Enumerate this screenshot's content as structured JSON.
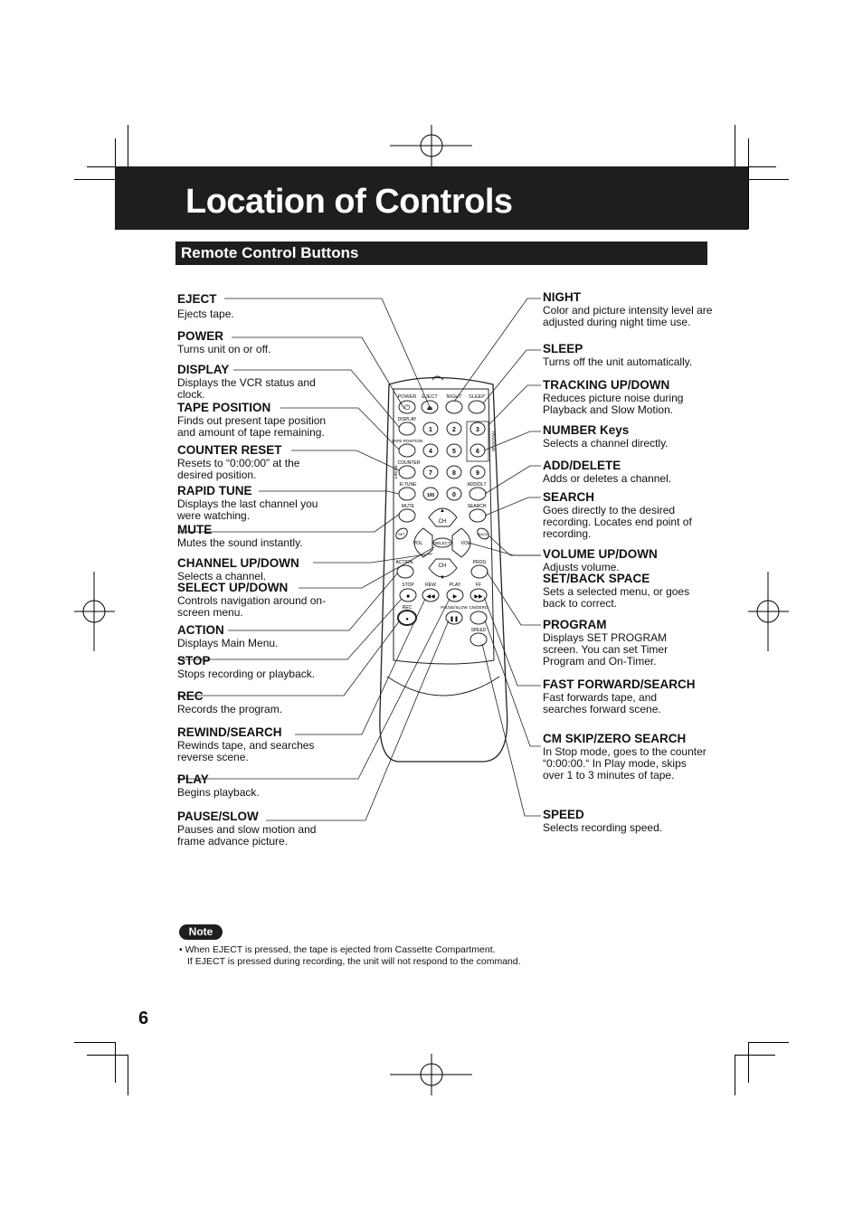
{
  "page": {
    "title": "Location of Controls",
    "section_title": "Remote Control Buttons",
    "page_number": "6"
  },
  "left_labels": [
    {
      "title": "EJECT",
      "desc": "Ejects tape."
    },
    {
      "title": "POWER",
      "desc": "Turns unit on or off."
    },
    {
      "title": "DISPLAY",
      "desc": "Displays the VCR status and clock."
    },
    {
      "title": "TAPE POSITION",
      "desc": "Finds out present tape position and amount of tape remaining."
    },
    {
      "title": "COUNTER RESET",
      "desc": "Resets to “0:00:00” at the desired position."
    },
    {
      "title": "RAPID TUNE",
      "desc": "Displays the last channel you were watching."
    },
    {
      "title": "MUTE",
      "desc": "Mutes the sound instantly."
    },
    {
      "title": "CHANNEL UP/DOWN",
      "desc": "Selects a channel."
    },
    {
      "title": "SELECT UP/DOWN",
      "desc": "Controls navigation around on-screen menu."
    },
    {
      "title": "ACTION",
      "desc": "Displays Main Menu."
    },
    {
      "title": "STOP",
      "desc": "Stops recording or playback."
    },
    {
      "title": "REC",
      "desc": "Records the program."
    },
    {
      "title": "REWIND/SEARCH",
      "desc": "Rewinds tape, and searches reverse scene."
    },
    {
      "title": "PLAY",
      "desc": "Begins playback."
    },
    {
      "title": "PAUSE/SLOW",
      "desc": "Pauses and slow motion and frame advance picture."
    }
  ],
  "right_labels": [
    {
      "title": "NIGHT",
      "desc": "Color and picture intensity level are adjusted during night time use."
    },
    {
      "title": "SLEEP",
      "desc": "Turns off the unit automatically."
    },
    {
      "title": "TRACKING UP/DOWN",
      "desc": "Reduces picture noise during Playback and Slow Motion."
    },
    {
      "title": "NUMBER Keys",
      "desc": "Selects a channel directly."
    },
    {
      "title": "ADD/DELETE",
      "desc": "Adds or deletes a channel."
    },
    {
      "title": "SEARCH",
      "desc": "Goes directly to the desired recording. Locates end point of recording."
    },
    {
      "title": "VOLUME UP/DOWN",
      "desc": "Adjusts volume."
    },
    {
      "title": "SET/BACK SPACE",
      "desc": "Sets a selected menu, or goes back to correct."
    },
    {
      "title": "PROGRAM",
      "desc": "Displays SET PROGRAM screen. You can set Timer Program and On-Timer."
    },
    {
      "title": "FAST FORWARD/SEARCH",
      "desc": "Fast forwards tape, and searches forward scene."
    },
    {
      "title": "CM SKIP/ZERO SEARCH",
      "desc": "In Stop mode, goes to the counter “0:00:00.“ In Play mode, skips over 1 to 3 minutes of tape."
    },
    {
      "title": "SPEED",
      "desc": "Selects recording speed."
    }
  ],
  "remote": {
    "row1": [
      "POWER",
      "EJECT",
      "NIGHT",
      "SLEEP"
    ],
    "display": "DISPLAY",
    "tape_position": "TAPE POSITION",
    "tracking": "TRACKING",
    "counter": "COUNTER",
    "reset": "RESET",
    "keys_row1": [
      "1",
      "2",
      "3"
    ],
    "keys_row2": [
      "4",
      "5",
      "6"
    ],
    "keys_row3": [
      "7",
      "8",
      "9"
    ],
    "keys_row4": [
      "100",
      "0"
    ],
    "r_tune": "R-TUNE",
    "add_dlt": "ADD/DLT",
    "mute": "MUTE",
    "search": "SEARCH",
    "ch": "CH",
    "vol_minus": "VOL",
    "vol_plus": "VOL",
    "select": "SELECT",
    "set": "SET",
    "back": "BACK",
    "action": "ACTION",
    "prog": "PROG",
    "transport": [
      "STOP",
      "REW",
      "PLAY",
      "FF"
    ],
    "rec": "REC",
    "pause_slow": "PAUSE/SLOW",
    "cm_zero": "CM/ZERO",
    "speed": "SPEED"
  },
  "note": {
    "label": "Note",
    "line1": "• When EJECT is pressed, the tape is ejected from Cassette Compartment.",
    "line2": "If EJECT is pressed during recording, the unit will not respond to the command."
  }
}
